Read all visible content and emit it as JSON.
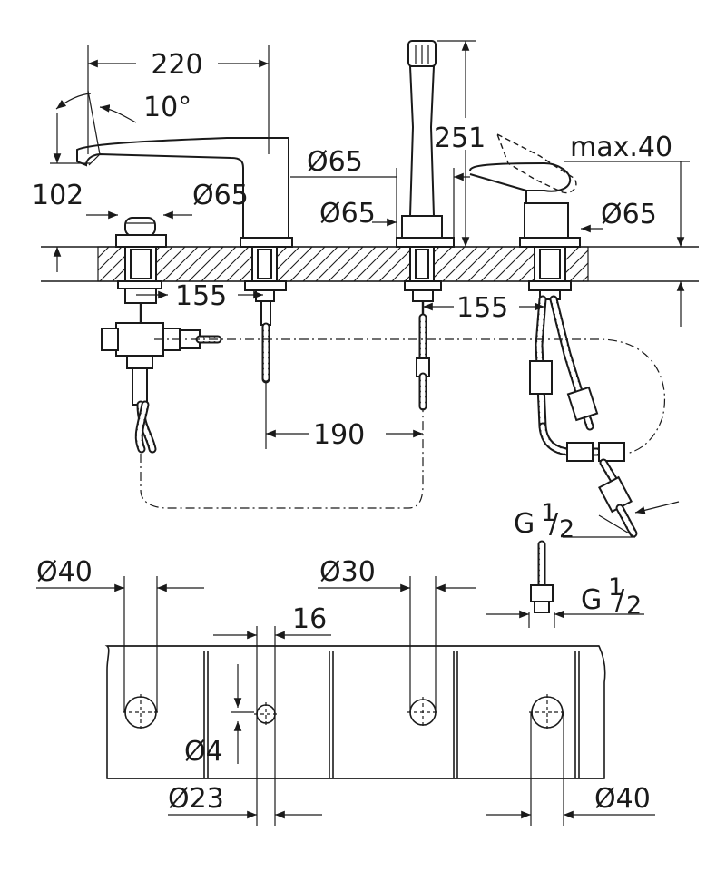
{
  "dimensions": {
    "spout_length": "220",
    "spout_angle": "10°",
    "spout_height": "102",
    "base_d1": "Ø65",
    "base_d2": "Ø65",
    "base_d3": "Ø65",
    "base_d4": "Ø65",
    "shower_height": "251",
    "lever_max": "max.40",
    "spacing_left": "155",
    "spacing_right": "155",
    "spacing_mid": "190",
    "thread_a": "G",
    "thread_a_num": "1",
    "thread_a_den": "2",
    "thread_b": "G",
    "thread_b_num": "1",
    "thread_b_den": "2"
  },
  "cutout": {
    "hole1": "Ø40",
    "hole2": "Ø30",
    "hole3": "Ø40",
    "hole4": "Ø23",
    "gap": "16",
    "screw": "Ø4"
  }
}
